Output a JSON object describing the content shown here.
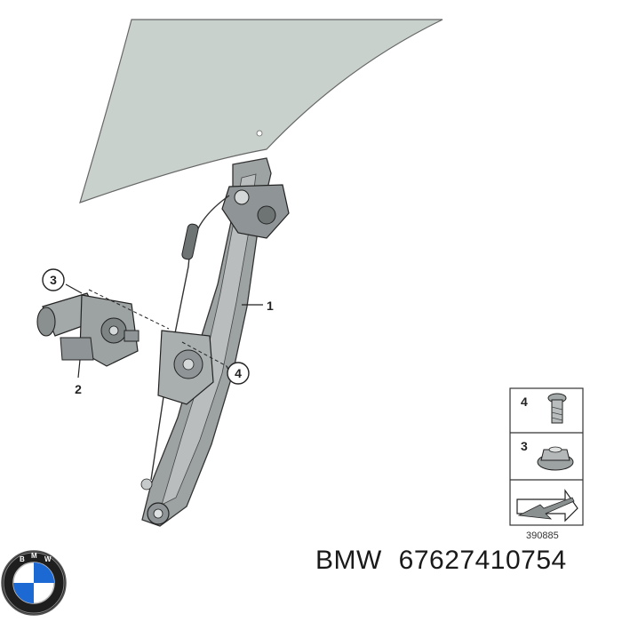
{
  "callouts": {
    "c1": "1",
    "c2": "2",
    "c3": "3",
    "c4": "4"
  },
  "legend": {
    "item_a_number": "4",
    "item_a_icon": "bolt-icon",
    "item_b_number": "3",
    "item_b_icon": "nut-icon",
    "item_c_icon": "arrow-direction-icon"
  },
  "drawing_code": "390885",
  "caption": {
    "brand": "BMW",
    "part_number": "67627410754"
  },
  "colors": {
    "glass": "#c9d1cc",
    "part_gray": "#9da2a3",
    "line": "#222222"
  }
}
